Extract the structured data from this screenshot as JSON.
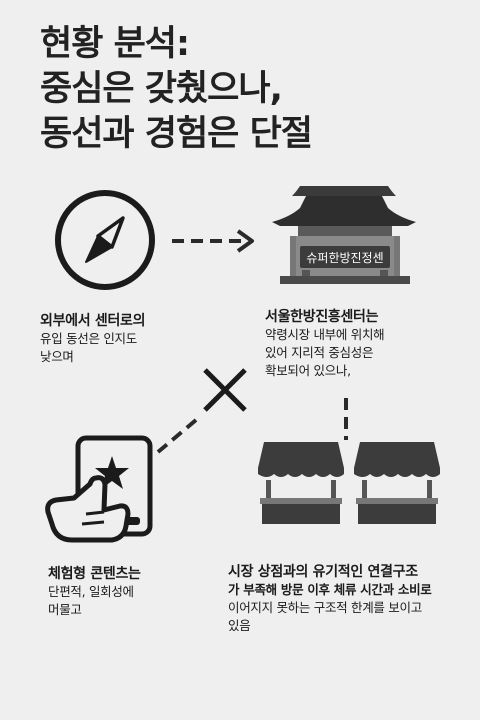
{
  "title": {
    "line1": "현황 분석:",
    "line2": "중심은 갖췄으나,",
    "line3": "동선과 경험은 단절"
  },
  "building_sign": "슈퍼한방진정센",
  "blocks": {
    "external": {
      "head": "외부에서 센터로의",
      "lines": [
        "유입 동선은 인지도",
        "낮으며"
      ]
    },
    "center": {
      "head": "서울한방진흥센터는",
      "lines": [
        "약령시장 내부에 위치해",
        "있어 지리적 중심성은",
        "확보되어 있으나,"
      ]
    },
    "experience": {
      "head": "체험형 콘텐츠는",
      "lines": [
        "단편적, 일회성에",
        "머물고"
      ]
    },
    "market": {
      "head": "시장 상점과의 유기적인 연결구조",
      "lines": [
        "가 부족해 방문 이후 체류 시간과 소비로",
        "이어지지 못하는 구조적 한계를 보이고",
        "있음"
      ]
    }
  },
  "icons": [
    "compass-icon",
    "traditional-building-icon",
    "disconnect-x-icon",
    "tablet-tap-icon",
    "market-stall-icon"
  ],
  "colors": {
    "background": "#efefef",
    "ink": "#1b1b1b",
    "dark": "#3a3a3a"
  }
}
